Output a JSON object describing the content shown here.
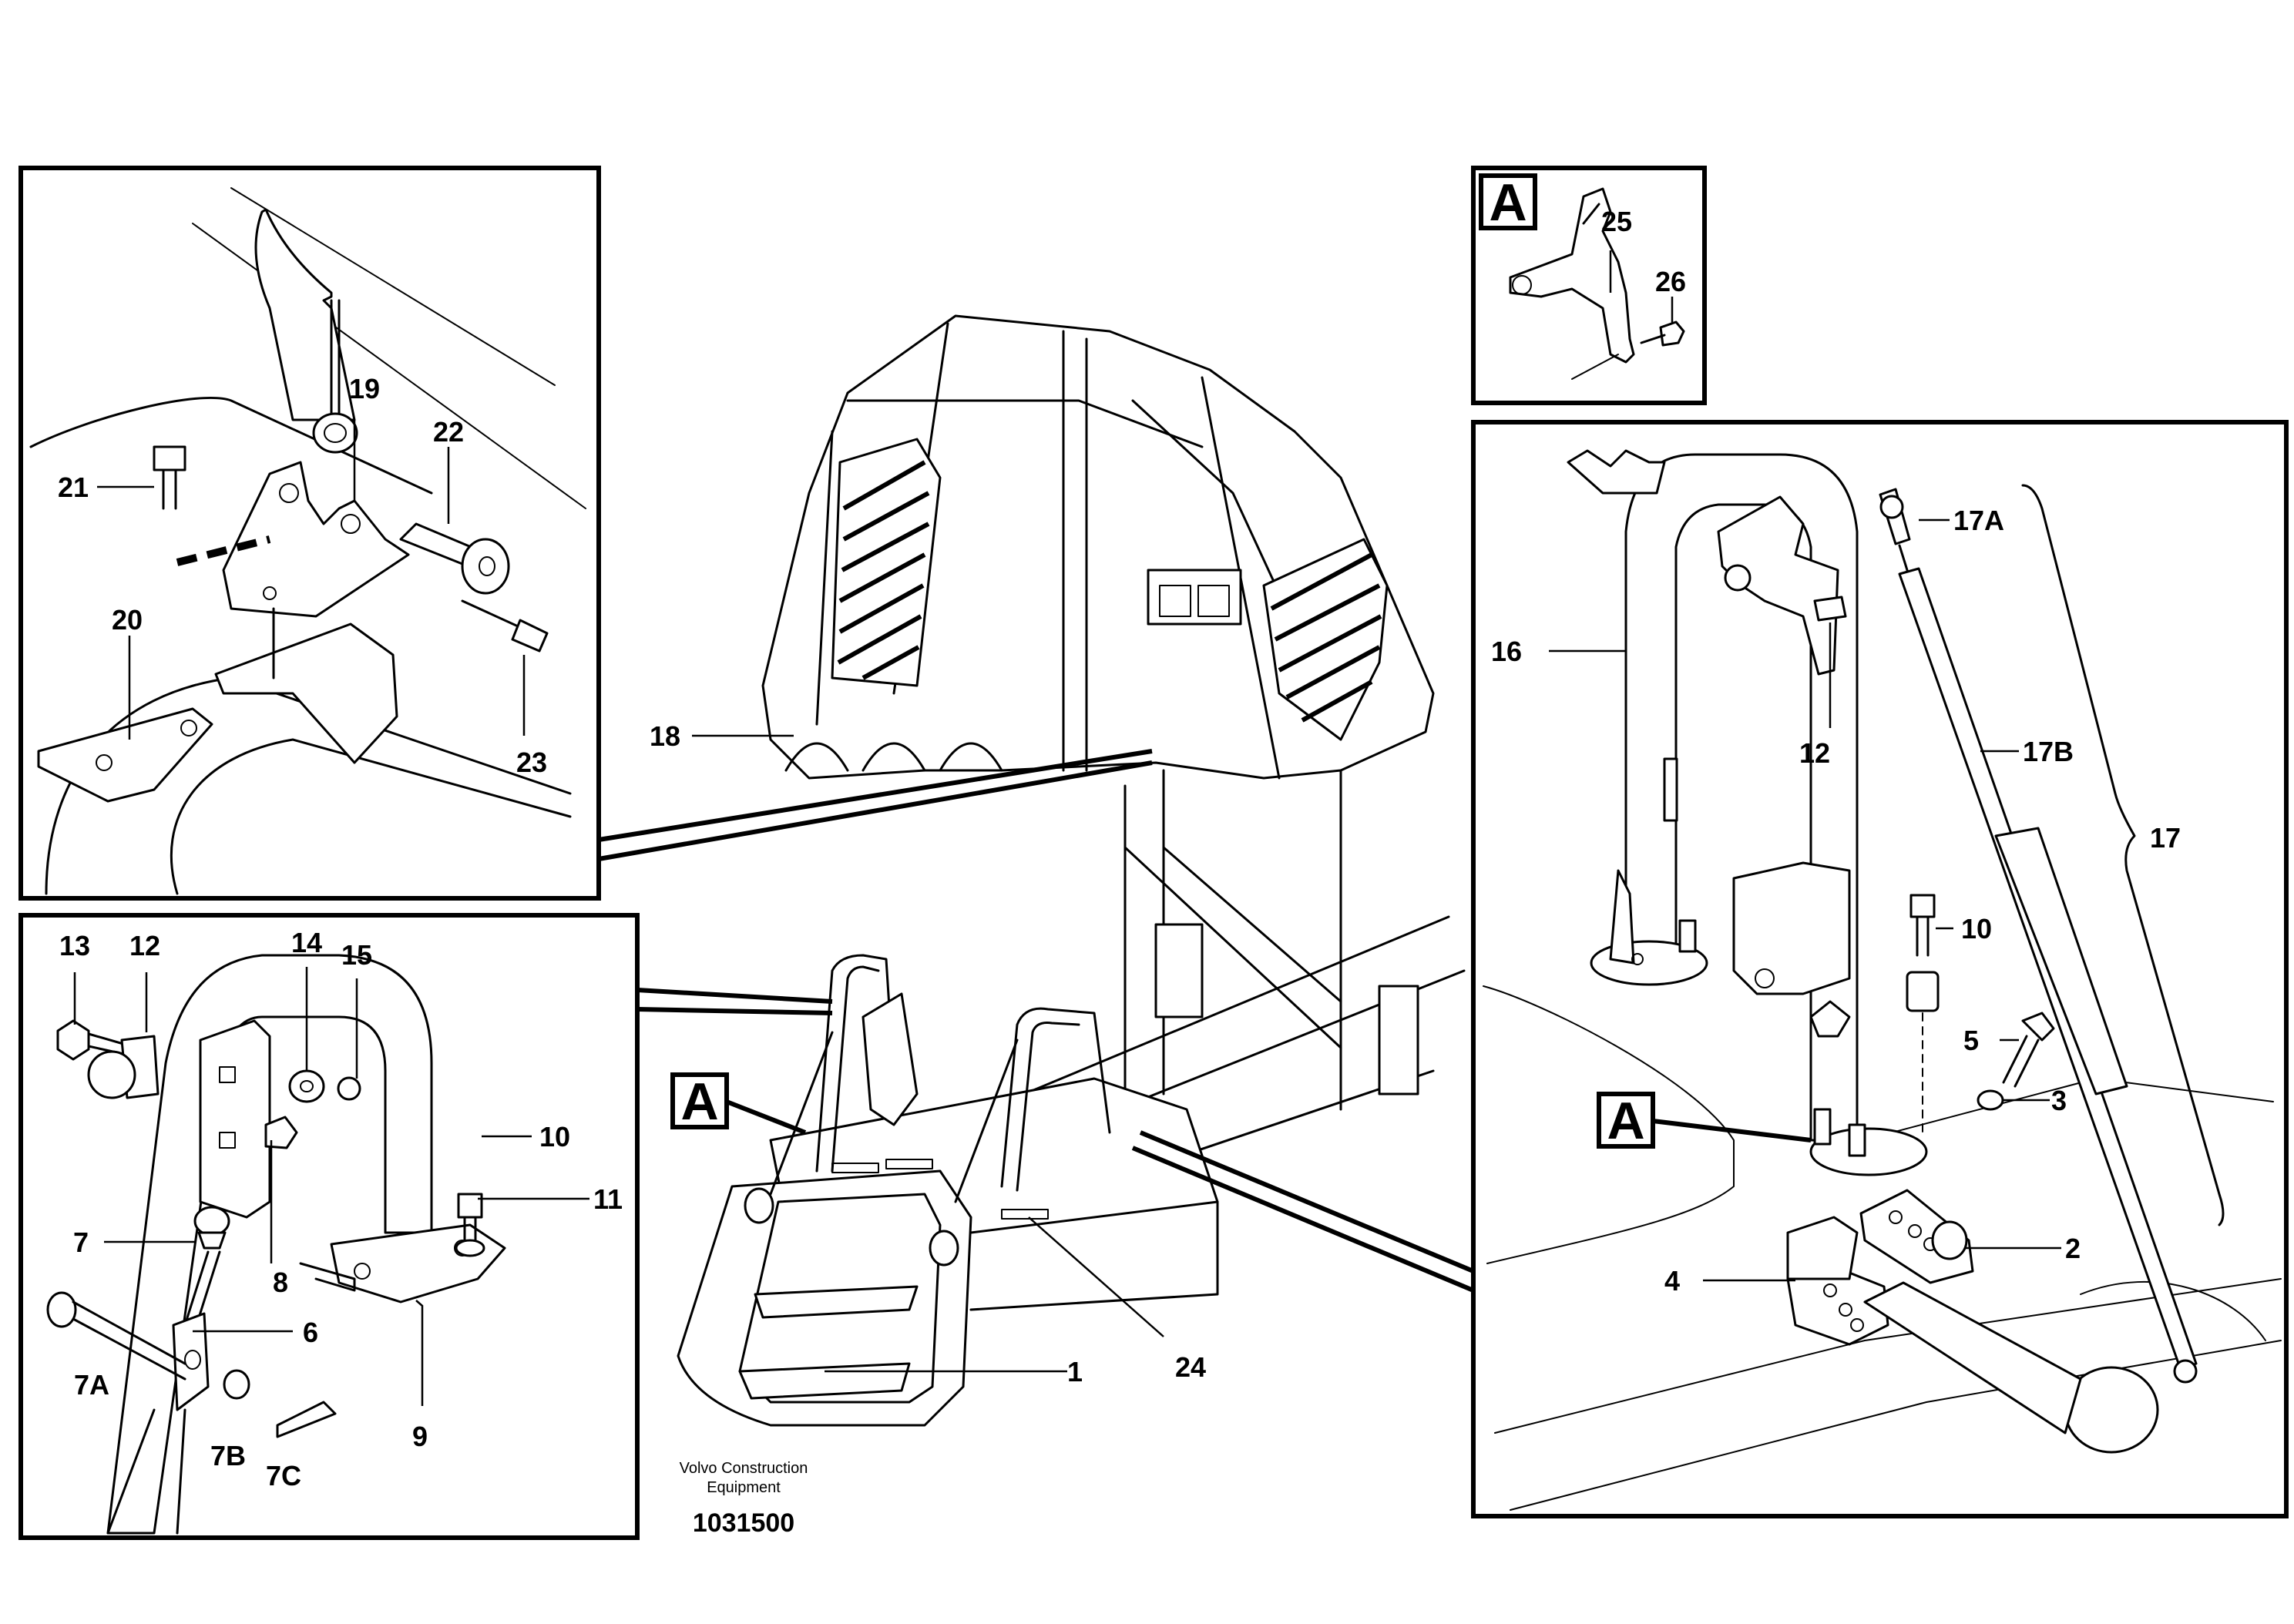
{
  "ref_label": "A",
  "footer": {
    "brand_line1": "Volvo Construction",
    "brand_line2": "Equipment",
    "doc_number": "1031500"
  },
  "callouts": {
    "c1": "1",
    "c2": "2",
    "c3": "3",
    "c4": "4",
    "c5": "5",
    "c6": "6",
    "c7": "7",
    "c7a": "7A",
    "c7b": "7B",
    "c7c": "7C",
    "c8": "8",
    "c9": "9",
    "c10": "10",
    "c10b": "10",
    "c11": "11",
    "c12": "12",
    "c12b": "12",
    "c13": "13",
    "c14": "14",
    "c15": "15",
    "c16": "16",
    "c17": "17",
    "c17a": "17A",
    "c17b": "17B",
    "c18": "18",
    "c19": "19",
    "c20": "20",
    "c21": "21",
    "c22": "22",
    "c23": "23",
    "c24": "24",
    "c25": "25",
    "c26": "26"
  }
}
